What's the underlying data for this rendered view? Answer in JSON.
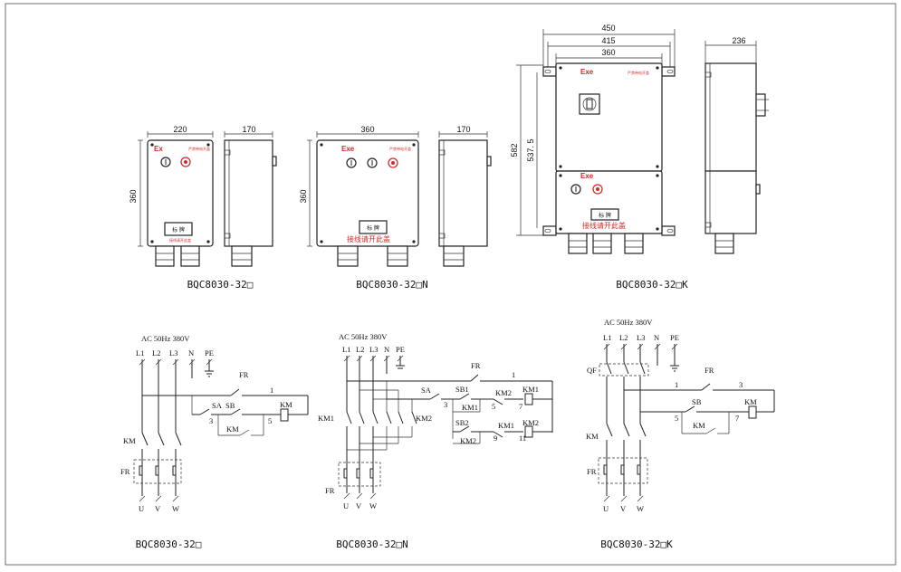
{
  "models": {
    "basic": "BQC8030-32□",
    "n": "BQC8030-32□N",
    "k": "BQC8030-32□K"
  },
  "dims": {
    "w220": "220",
    "d170": "170",
    "h360": "360",
    "w360": "360",
    "d170b": "170",
    "h360b": "360",
    "w450": "450",
    "w415": "415",
    "w360k": "360",
    "d236": "236",
    "h582": "582",
    "h537": "537. 5"
  },
  "labels": {
    "ex": "Ex",
    "exe": "Exe",
    "note": "接线请开此盖",
    "notesm": "接线请开此盖",
    "plate": "标 牌",
    "tiny": "严禁带电开盖"
  },
  "circuit": {
    "supply": "AC 50Hz 380V",
    "L1": "L1",
    "L2": "L2",
    "L3": "L3",
    "N": "N",
    "PE": "PE",
    "FR": "FR",
    "KM": "KM",
    "SA": "SA",
    "SB": "SB",
    "SB1": "SB1",
    "SB2": "SB2",
    "KM1": "KM1",
    "KM2": "KM2",
    "QF": "QF",
    "U": "U",
    "V": "V",
    "W": "W",
    "n1": "1",
    "n3": "3",
    "n5": "5",
    "n7": "7",
    "n9": "9",
    "n11": "11"
  }
}
